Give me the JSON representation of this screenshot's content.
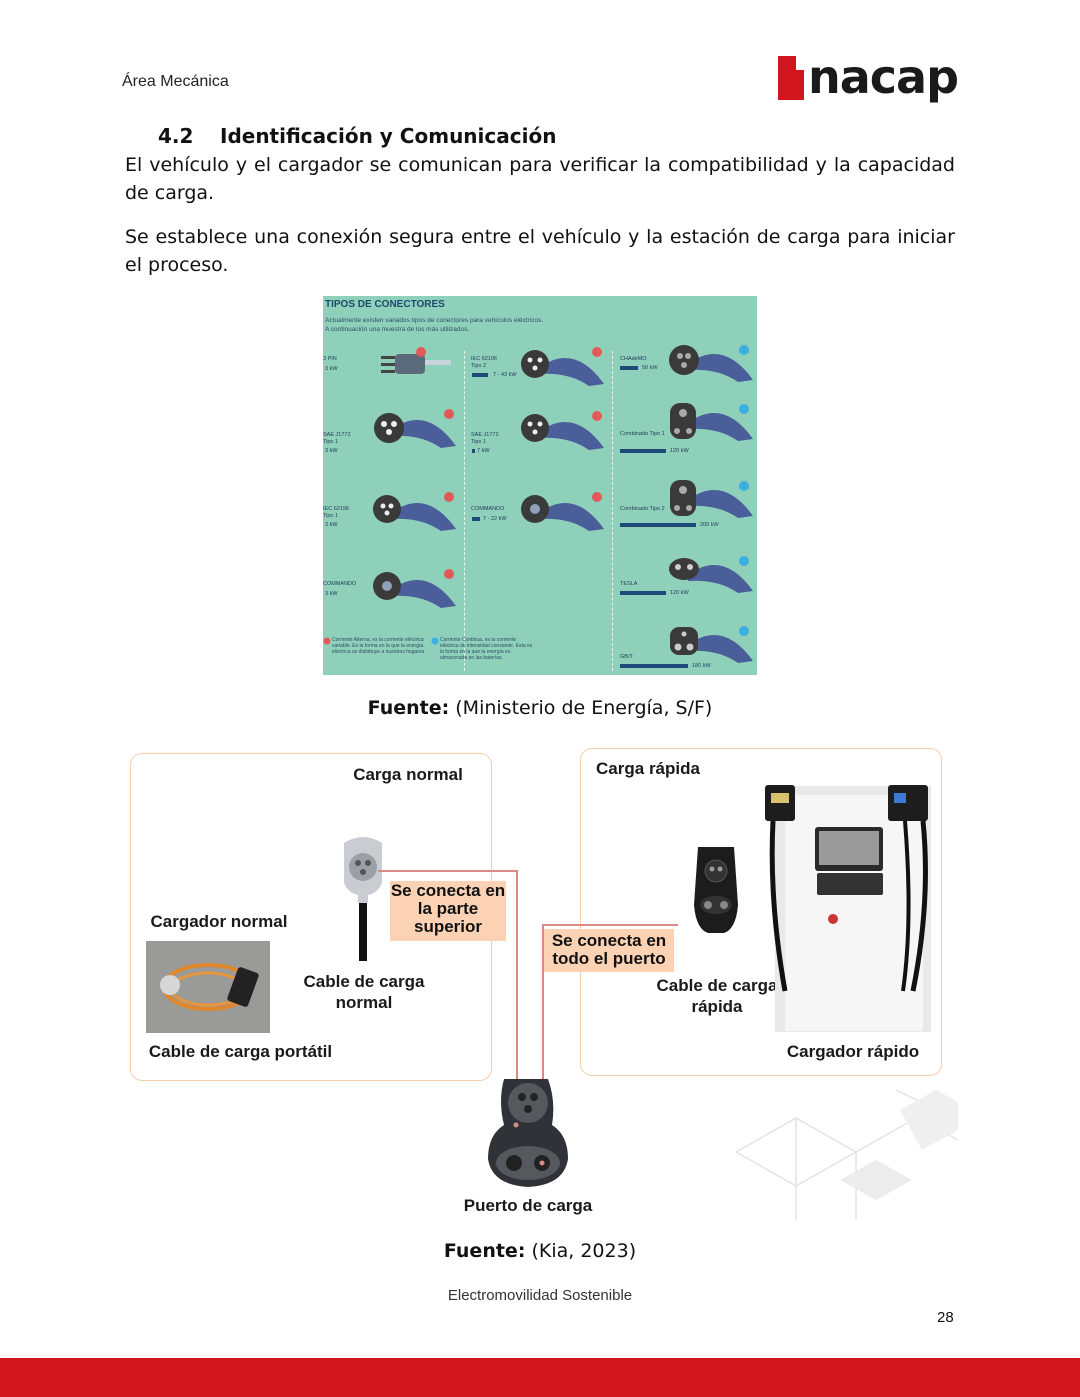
{
  "header": {
    "area": "Área Mecánica",
    "logo_text": "nacap"
  },
  "section": {
    "number": "4.2",
    "title": "Identificación y Comunicación"
  },
  "paragraphs": [
    "El vehículo y el cargador se comunican para verificar la compatibilidad y la capacidad de carga.",
    "Se establece una conexión segura entre el vehículo y la estación de carga para iniciar el proceso."
  ],
  "connectors_figure": {
    "title": "TIPOS DE CONECTORES",
    "subtitle_1": "Actualmente existen variados tipos de conectores para vehículos eléctricos.",
    "subtitle_2": "A continuación una muestra de los más utilizados.",
    "col1": [
      {
        "name": "3 PIN",
        "power": "3 kW"
      },
      {
        "name": "SAE J1772\nTipo 1",
        "power": "3 kW"
      },
      {
        "name": "IEC 62196\nTipo 1",
        "power": "3 kW"
      },
      {
        "name": "COMMANDO",
        "power": "3 kW"
      }
    ],
    "col2": [
      {
        "name": "IEC 62196\nTipo 2",
        "power": "7 - 43 kW"
      },
      {
        "name": "SAE J1772\nTipo 1",
        "power": "7 kW"
      },
      {
        "name": "COMMANDO",
        "power": "7 - 22 kW"
      }
    ],
    "col3": [
      {
        "name": "CHAdeMO",
        "power": "50 kW"
      },
      {
        "name": "Combinado Tipo 1",
        "power": "120 kW"
      },
      {
        "name": "Combinado Tipo 2",
        "power": "200 kW"
      },
      {
        "name": "TESLA",
        "power": "120 kW"
      },
      {
        "name": "GB/T",
        "power": "180 kW"
      }
    ],
    "note_ac": "Corriente Alterna, es la corriente eléctrica variable. Es la forma en la que la energía eléctrica se distribuye a nuestros hogares",
    "note_dc": "Corriente Continua, es la corriente eléctrica de intensidad constante. Esta es la forma en la que la energía es almacenada en las baterías."
  },
  "source_1": {
    "label": "Fuente:",
    "text": " (Ministerio de Energía, S/F)"
  },
  "kia_figure": {
    "normal_title": "Carga normal",
    "fast_title": "Carga rápida",
    "normal_charger": "Cargador normal",
    "portable_cable": "Cable de carga portátil",
    "normal_cable": "Cable de carga normal",
    "tag_top": "Se conecta en la parte superior",
    "tag_all": "Se conecta en todo el puerto",
    "fast_cable": "Cable de carga rápida",
    "fast_charger": "Cargador rápido",
    "port": "Puerto de carga"
  },
  "source_2": {
    "label": "Fuente:",
    "text": " (Kia, 2023)"
  },
  "footer": {
    "title": "Electromovilidad Sostenible",
    "page": "28"
  }
}
